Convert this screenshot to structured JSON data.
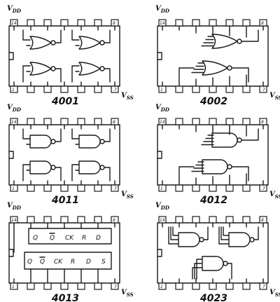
{
  "rails": {
    "vdd": "V",
    "vdd_sub": "DD",
    "vss": "V",
    "vss_sub": "SS"
  },
  "chips": [
    {
      "id": "4001",
      "name": "4001",
      "pin_top_left": "14",
      "pin_top_right": "8",
      "pin_bottom_left": "1",
      "pin_bottom_right": "7",
      "gate_type": "nor",
      "gate_count": 4
    },
    {
      "id": "4002",
      "name": "4002",
      "pin_top_left": "14",
      "pin_top_right": "8",
      "pin_bottom_left": "1",
      "pin_bottom_right": "7",
      "gate_type": "nor",
      "gate_count": 2
    },
    {
      "id": "4011",
      "name": "4011",
      "pin_top_left": "14",
      "pin_top_right": "8",
      "pin_bottom_left": "1",
      "pin_bottom_right": "7",
      "gate_type": "nand",
      "gate_count": 4
    },
    {
      "id": "4012",
      "name": "4012",
      "pin_top_left": "14",
      "pin_top_right": "8",
      "pin_bottom_left": "1",
      "pin_bottom_right": "7",
      "gate_type": "nand",
      "gate_count": 2
    },
    {
      "id": "4013",
      "name": "4013",
      "pin_top_left": "14",
      "pin_top_right": "8",
      "pin_bottom_left": "1",
      "pin_bottom_right": "7",
      "gate_type": "flipflop",
      "gate_count": 2,
      "ff_top_labels": [
        "Q",
        "Q",
        "CK",
        "R",
        "D"
      ],
      "ff_bottom_labels": [
        "Q",
        "Q",
        "CK",
        "R",
        "D",
        "S"
      ]
    },
    {
      "id": "4023",
      "name": "4023",
      "pin_top_left": "14",
      "pin_top_right": "8",
      "pin_bottom_left": "1",
      "pin_bottom_right": "7",
      "gate_type": "nand",
      "gate_count": 3
    }
  ]
}
